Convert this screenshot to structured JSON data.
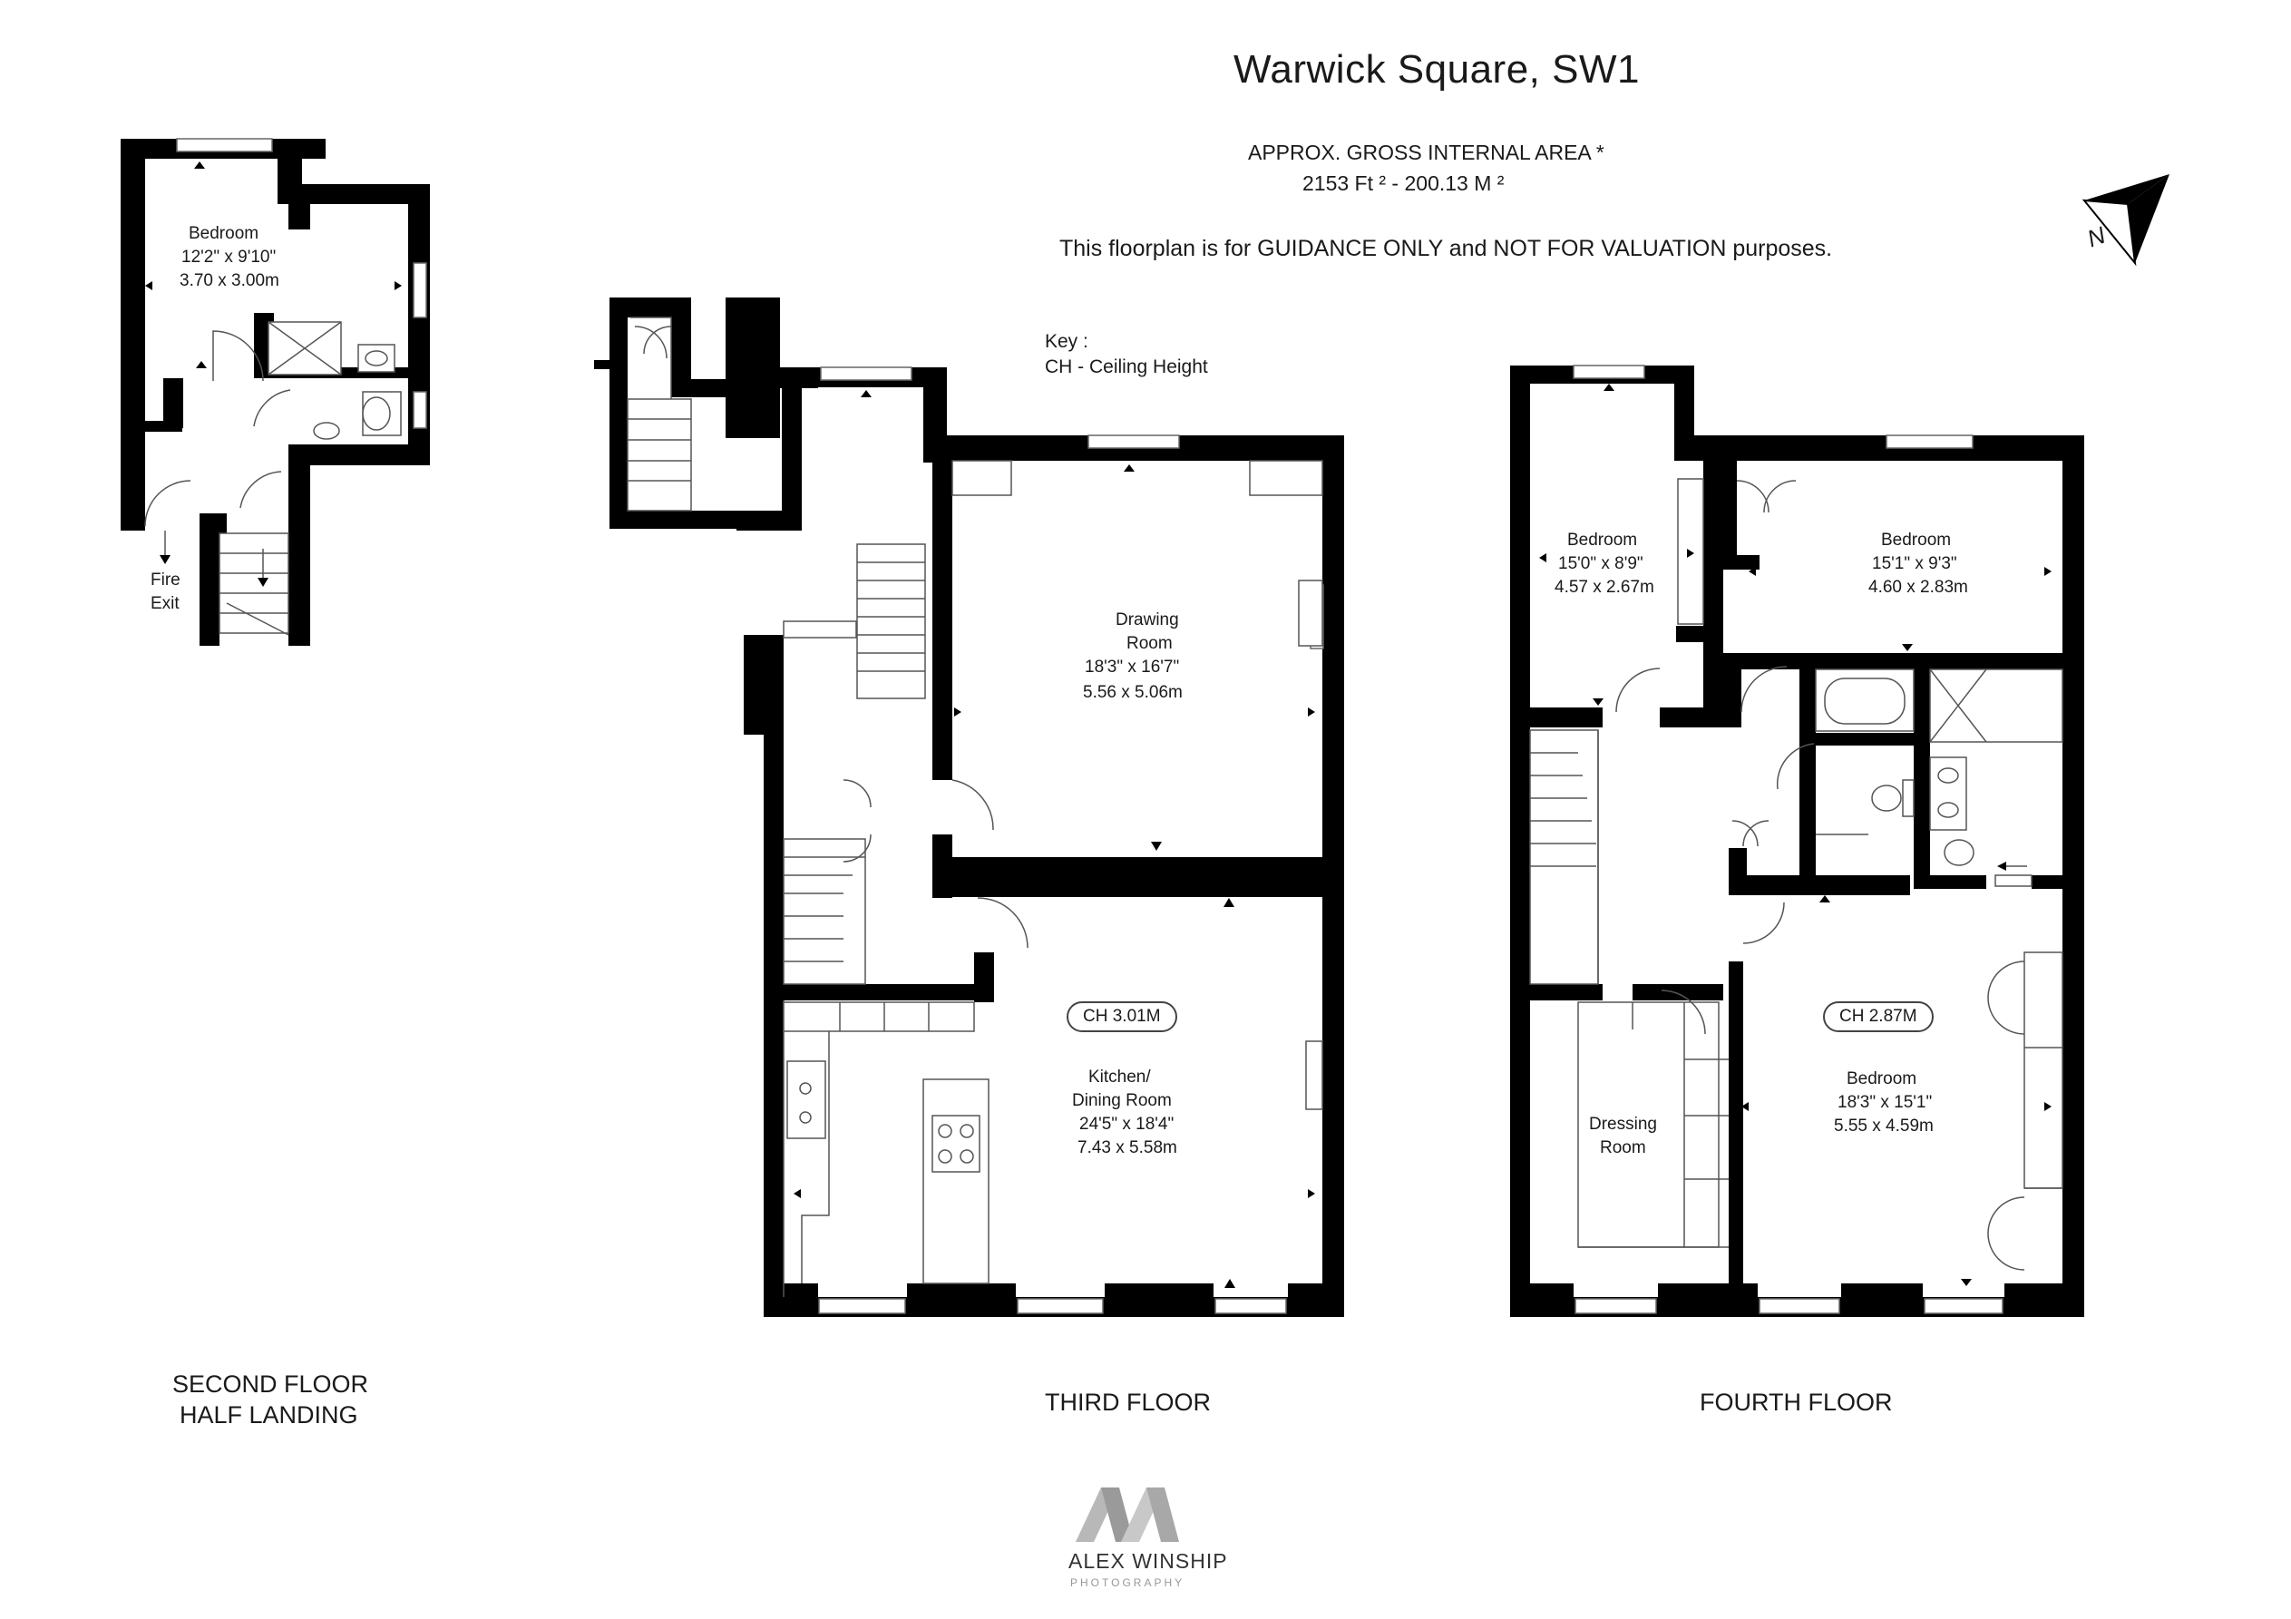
{
  "header": {
    "title": "Warwick Square, SW1",
    "area_label": "APPROX. GROSS INTERNAL  AREA *",
    "area_value": "2153 Ft ² -  200.13 M ²",
    "disclaimer": "This floorplan is for GUIDANCE ONLY and NOT FOR VALUATION purposes."
  },
  "key": {
    "title": "Key :",
    "entry": "CH - Ceiling Height"
  },
  "compass": {
    "label": "N",
    "icon": "north-arrow-icon"
  },
  "floors": {
    "second": {
      "label_line1": "SECOND FLOOR",
      "label_line2": "HALF LANDING",
      "bedroom": {
        "name": "Bedroom",
        "imperial": "12'2\" x 9'10\"",
        "metric": "3.70 x 3.00m"
      },
      "fire_exit_line1": "Fire",
      "fire_exit_line2": "Exit"
    },
    "third": {
      "label": "THIRD FLOOR",
      "drawing_room": {
        "name_line1": "Drawing",
        "name_line2": "Room",
        "imperial": "18'3\" x 16'7\"",
        "metric": "5.56 x 5.06m"
      },
      "kitchen": {
        "name_line1": "Kitchen/",
        "name_line2": "Dining Room",
        "imperial": "24'5\" x 18'4\"",
        "metric": "7.43 x 5.58m"
      },
      "ceiling_height": "CH 3.01M"
    },
    "fourth": {
      "label": "FOURTH FLOOR",
      "bedroom_a": {
        "name": "Bedroom",
        "imperial": "15'0\" x 8'9\"",
        "metric": "4.57 x 2.67m"
      },
      "bedroom_b": {
        "name": "Bedroom",
        "imperial": "15'1\" x 9'3\"",
        "metric": "4.60 x 2.83m"
      },
      "bedroom_c": {
        "name": "Bedroom",
        "imperial": "18'3\" x 15'1\"",
        "metric": "5.55 x 4.59m"
      },
      "dressing": {
        "name_line1": "Dressing",
        "name_line2": "Room"
      },
      "ceiling_height": "CH 2.87M"
    }
  },
  "branding": {
    "name": "ALEX WINSHIP",
    "tagline": "PHOTOGRAPHY",
    "logo_icon": "aw-monogram-icon"
  }
}
